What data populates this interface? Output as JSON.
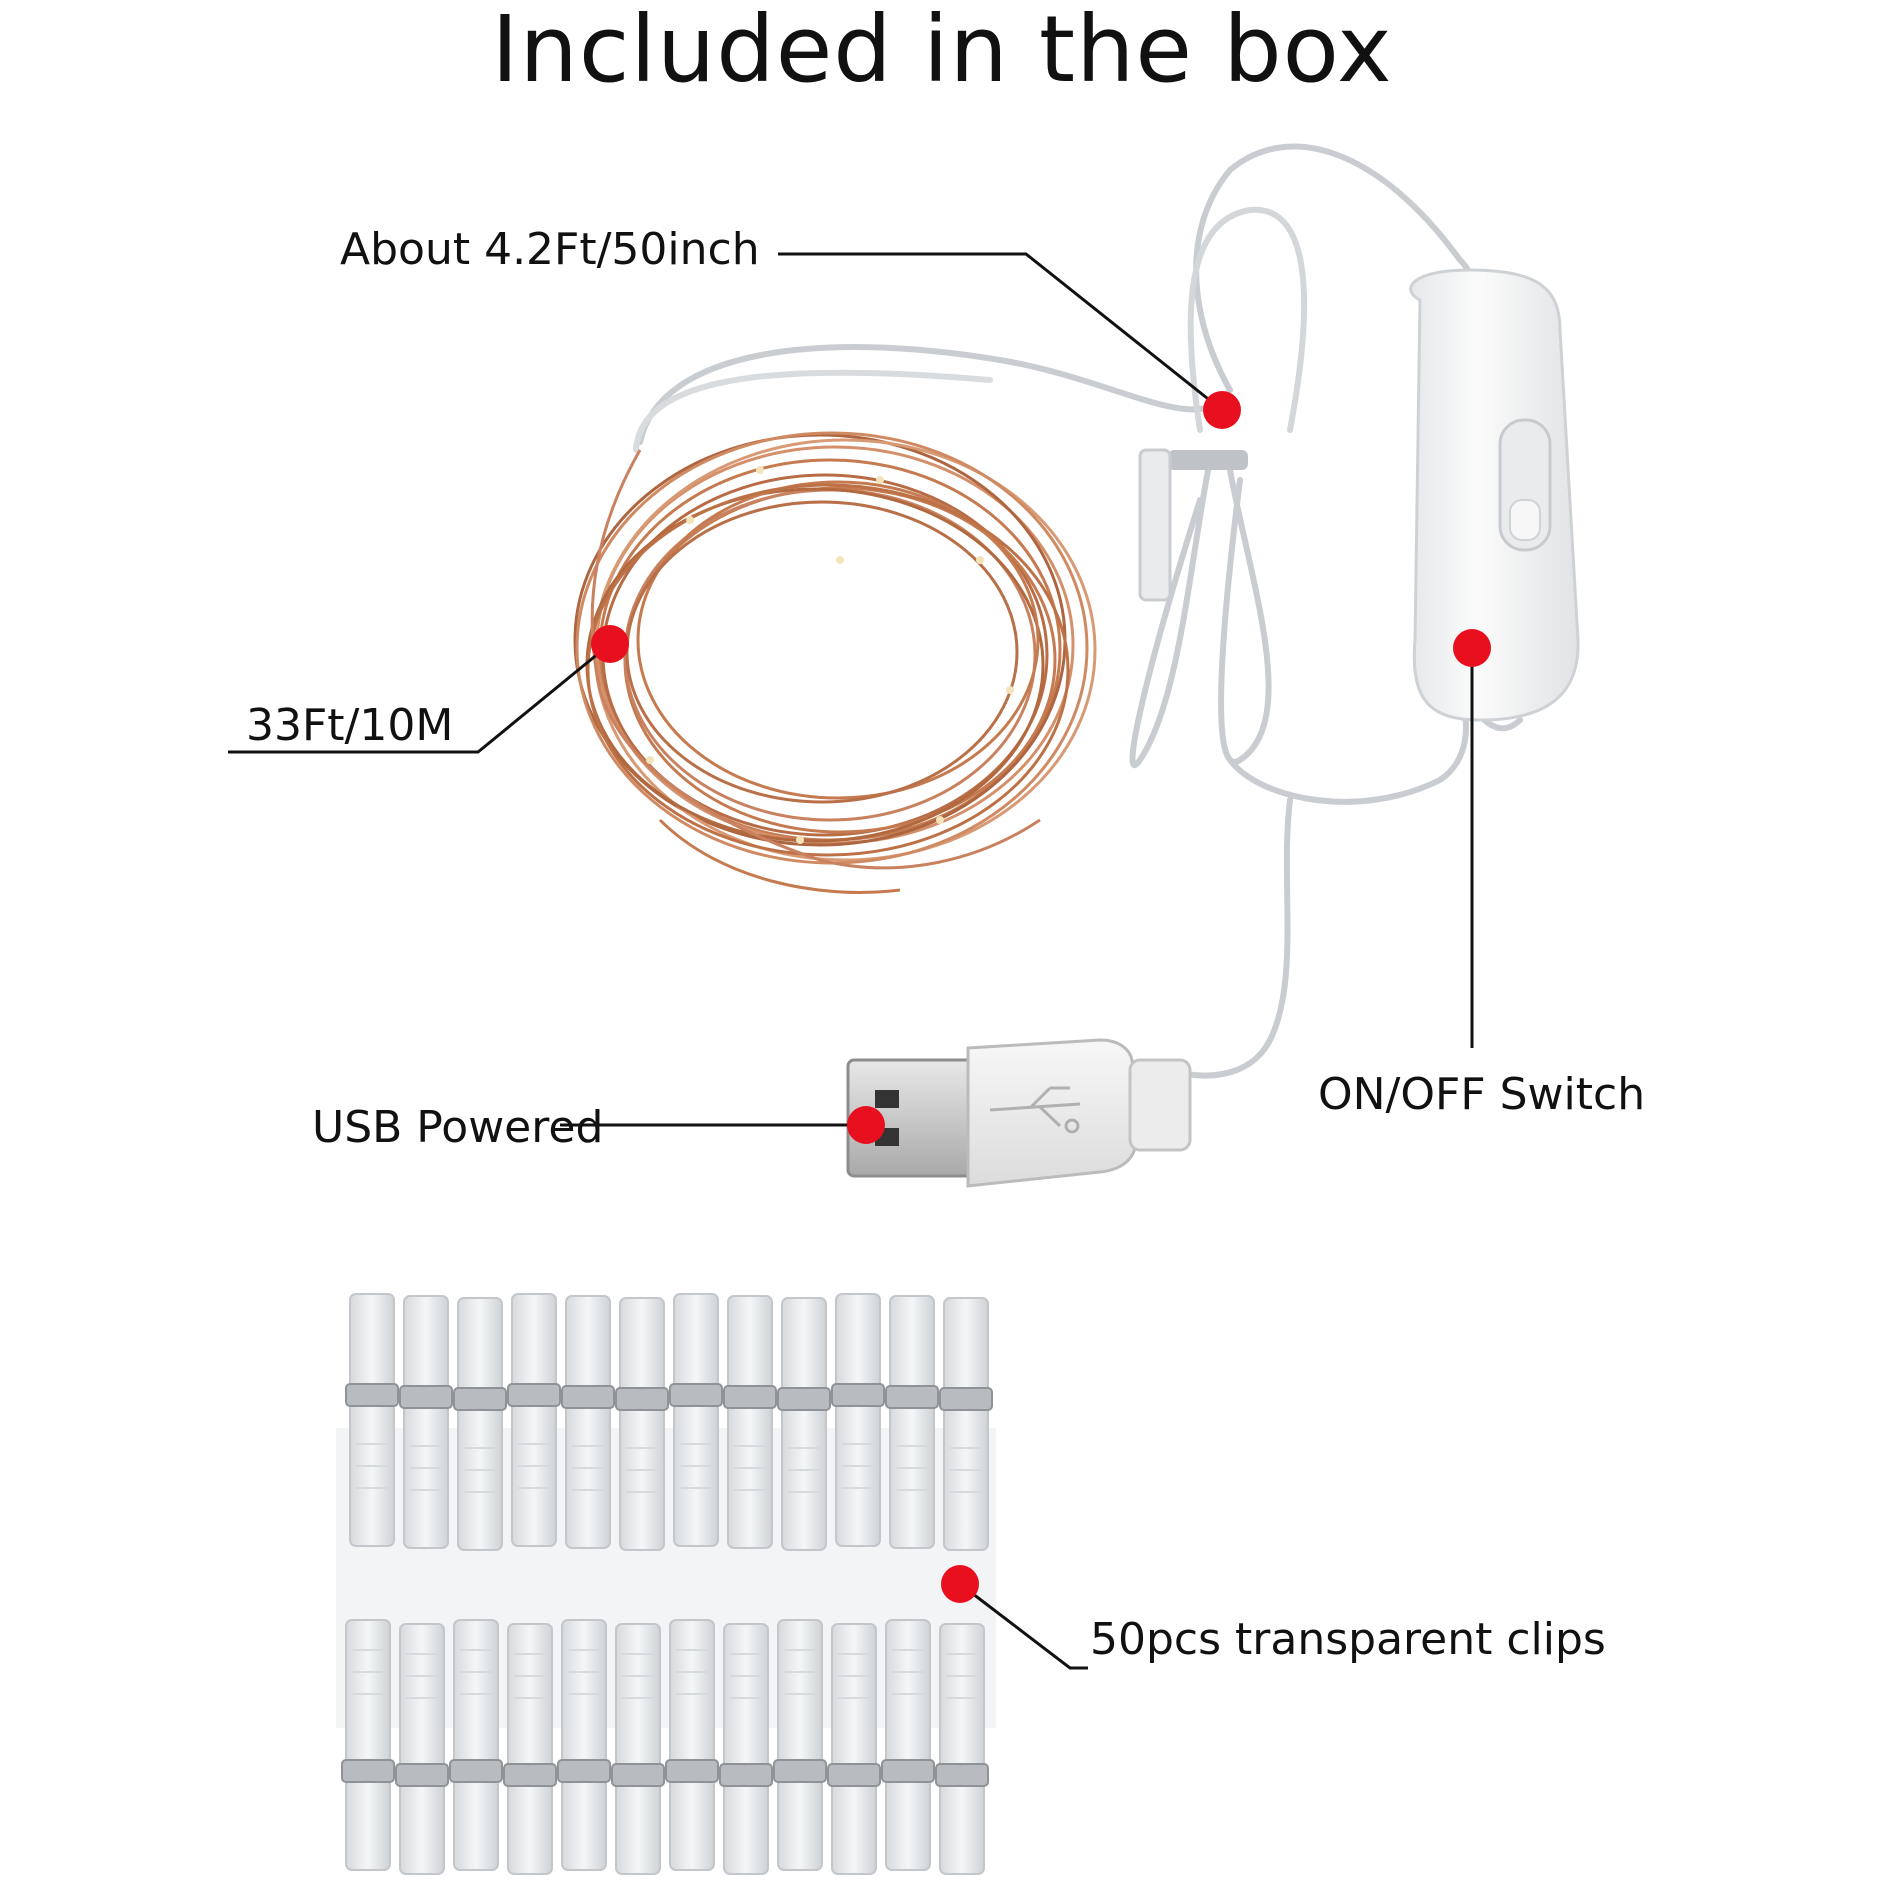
{
  "title": "Included in the box",
  "callouts": {
    "cable_length": "About 4.2Ft/50inch",
    "wire_length": "33Ft/10M",
    "usb": "USB Powered",
    "switch": "ON/OFF Switch",
    "clips": "50pcs transparent clips"
  },
  "colors": {
    "marker": "#e8101e",
    "copper": "#c57a4f",
    "cable": "#c9cdd1",
    "switch_body": "#f4f5f6"
  }
}
